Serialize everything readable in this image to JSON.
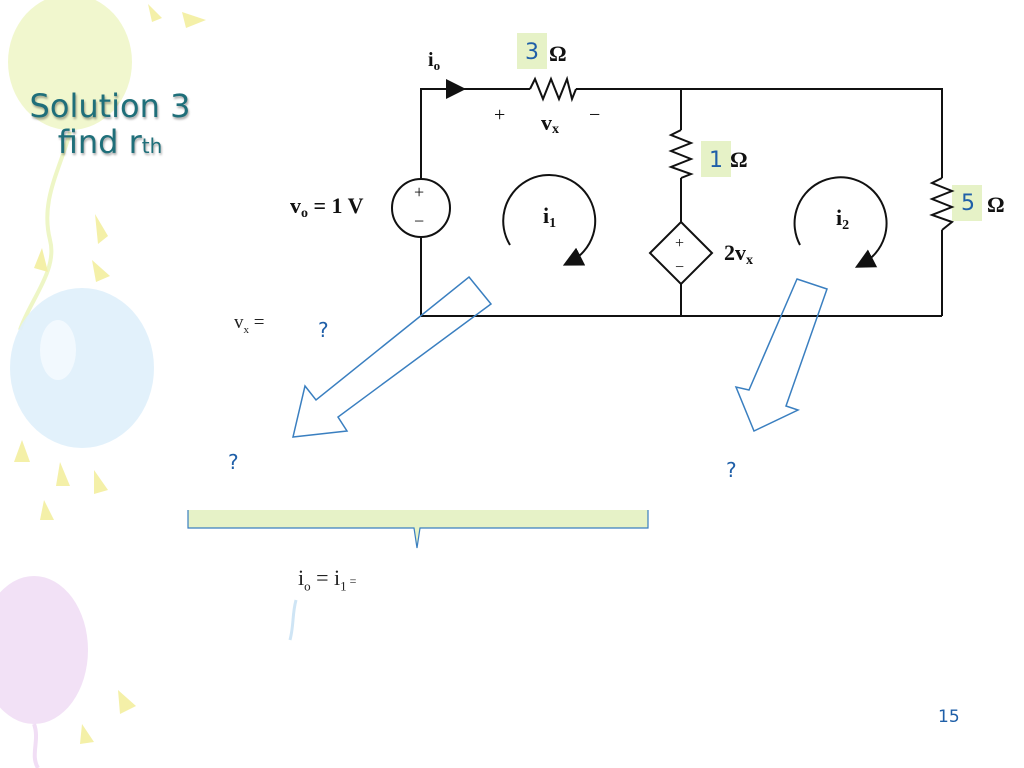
{
  "slide": {
    "title_line1": "Solution 3",
    "title_line2_main": "find r",
    "title_line2_sub": "th",
    "page_number": "15"
  },
  "circuit": {
    "current_io_label": "i",
    "current_io_sub": "o",
    "r_top_value": "3",
    "r_top_unit": "Ω",
    "vx_plus": "+",
    "vx_label": "v",
    "vx_sub": "x",
    "vx_minus": "−",
    "source_label": "v",
    "source_sub": "o",
    "source_value": " = 1 V",
    "source_plus": "+",
    "source_minus": "−",
    "mesh1_label": "i",
    "mesh1_sub": "1",
    "mesh2_label": "i",
    "mesh2_sub": "2",
    "r_mid_value": "1",
    "r_mid_unit": "Ω",
    "dep_plus": "+",
    "dep_minus": "−",
    "dep_label": "2v",
    "dep_sub": "x",
    "r_right_value": "5",
    "r_right_unit": "Ω"
  },
  "work": {
    "vx_eq_label": "v",
    "vx_eq_sub": "x",
    "vx_eq_sign": " =",
    "q_vx": "?",
    "q_left": "?",
    "q_right": "?",
    "io_eq_label": "i",
    "io_eq_sub": "o",
    "io_eq_mid": " = i",
    "io_eq_sub2": "1",
    "io_eq_tail": " ="
  },
  "colors": {
    "highlight": "#e6f2c7",
    "value_text": "#1f5fa8",
    "title_text": "#1f6f7a",
    "arrow_outline": "#3a7fc0",
    "brace_fill": "#e6f2c7",
    "brace_stroke": "#3a7fc0",
    "wire": "#111111"
  }
}
